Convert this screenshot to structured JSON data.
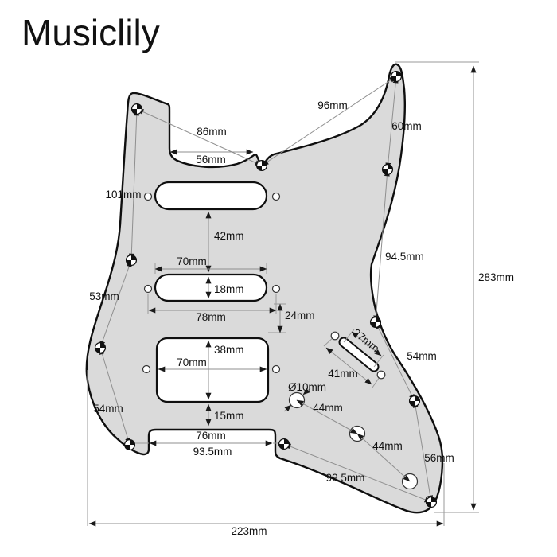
{
  "logo": {
    "text": "Musiclily"
  },
  "colors": {
    "background": "#ffffff",
    "pickguard_fill": "#dadada",
    "outline": "#0f0f0f",
    "dimension_line": "#8f8f8f",
    "label_text": "#111111"
  },
  "diagram": {
    "subject": "HSS strat-style pickguard dimension drawing",
    "unit": "mm",
    "overall": {
      "width": "223mm",
      "height": "283mm"
    },
    "dims": {
      "d86": "86mm",
      "d96": "96mm",
      "d60": "60mm",
      "d56top": "56mm",
      "d101": "101mm",
      "d42": "42mm",
      "d70mid": "70mm",
      "d18": "18mm",
      "d78": "78mm",
      "d24": "24mm",
      "d53": "53mm",
      "d38": "38mm",
      "d70hb": "70mm",
      "d945": "94.5mm",
      "d283": "283mm",
      "d54l": "54mm",
      "d54r": "54mm",
      "d15": "15mm",
      "d27": "27mm",
      "d41": "41mm",
      "d10dia": "Ø10mm",
      "d44a": "44mm",
      "d44b": "44mm",
      "d76": "76mm",
      "d935": "93.5mm",
      "d995": "99.5mm",
      "d56r": "56mm",
      "d223": "223mm"
    }
  }
}
